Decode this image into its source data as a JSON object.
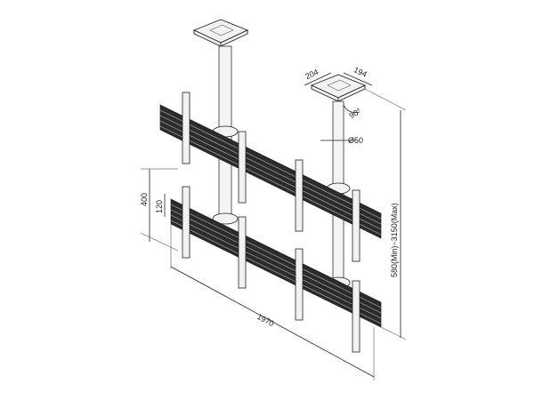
{
  "diagram": {
    "type": "technical-drawing",
    "subject": "double-pole ceiling mount with two horizontal rail rows for video wall",
    "colors": {
      "line": "#222222",
      "rail": "#2b2b2b",
      "background": "#ffffff"
    },
    "dimensions": {
      "plate_width": "204",
      "plate_depth": "194",
      "rotation": "90°",
      "pole_diameter": "Ø50",
      "height_range": "580(Min)~3150(Max)",
      "rail_spacing": "400",
      "rail_height": "120",
      "overall_width": "1970"
    }
  }
}
